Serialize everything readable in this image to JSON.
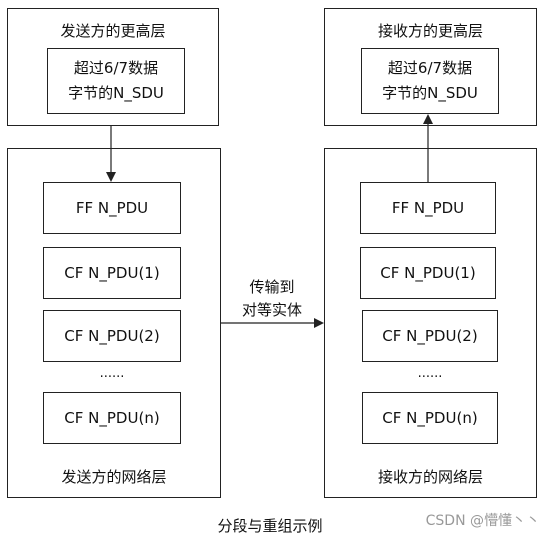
{
  "sender": {
    "upper_title": "发送方的更高层",
    "data_line1": "超过6/7数据",
    "data_line2": "字节的N_SDU",
    "network_title": "发送方的网络层",
    "pdus": [
      "FF N_PDU",
      "CF N_PDU(1)",
      "CF N_PDU(2)",
      "......",
      "CF N_PDU(n)"
    ]
  },
  "receiver": {
    "upper_title": "接收方的更高层",
    "data_line1": "超过6/7数据",
    "data_line2": "字节的N_SDU",
    "network_title": "接收方的网络层",
    "pdus": [
      "FF N_PDU",
      "CF N_PDU(1)",
      "CF N_PDU(2)",
      "......",
      "CF N_PDU(n)"
    ]
  },
  "transfer": {
    "line1": "传输到",
    "line2": "对等实体"
  },
  "caption": "分段与重组示例",
  "watermark": "CSDN @懵懂丶丶"
}
